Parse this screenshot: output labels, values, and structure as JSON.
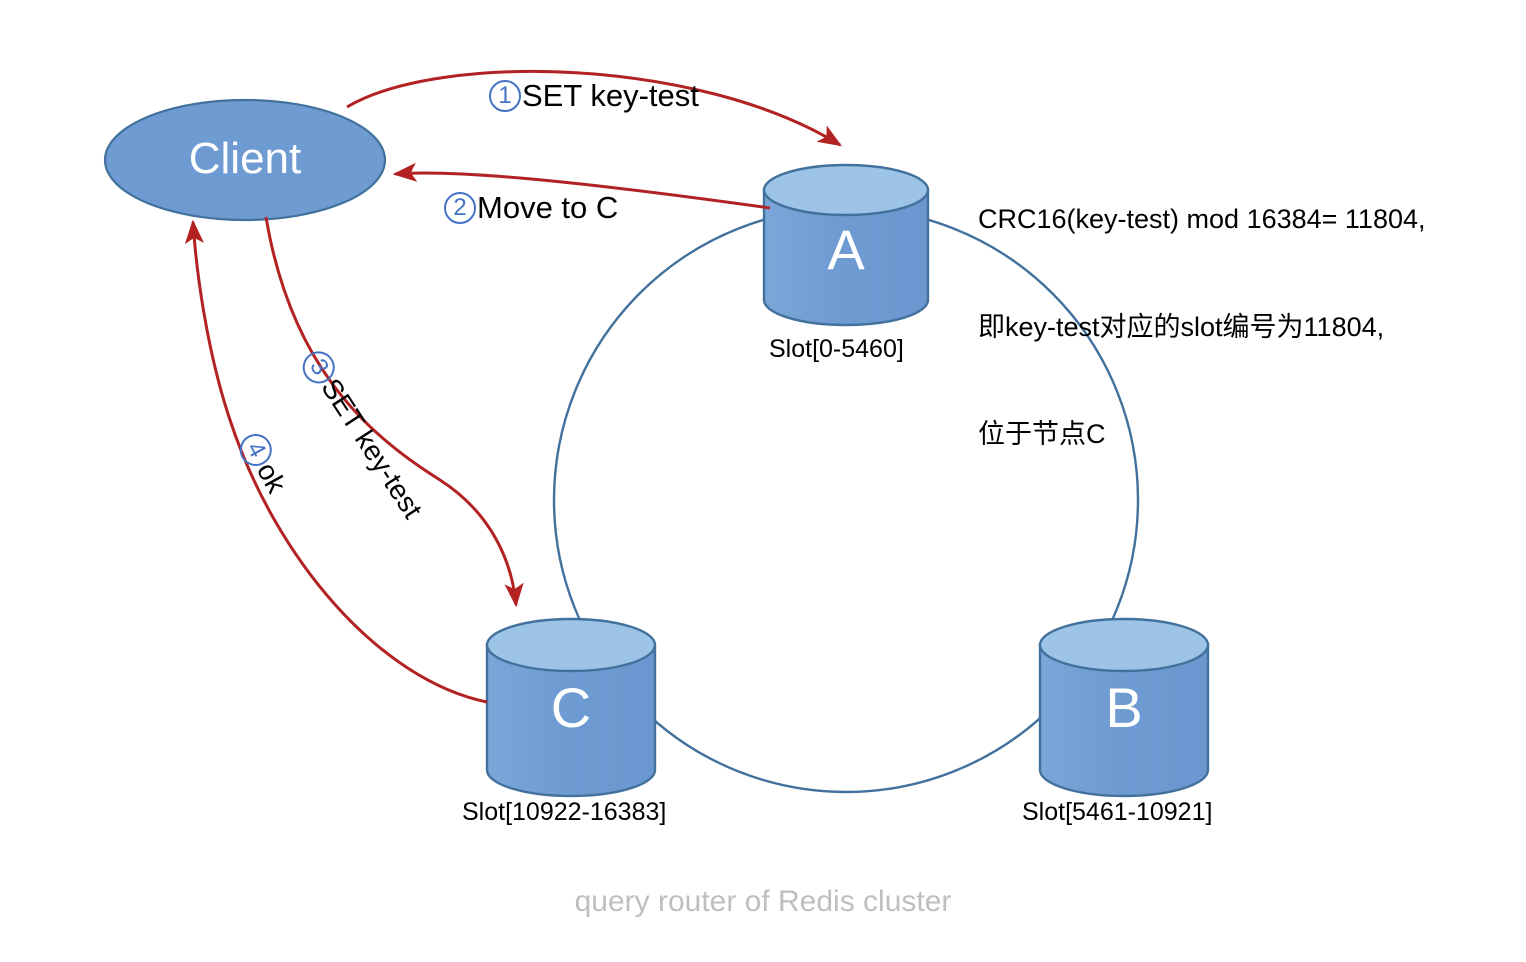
{
  "diagram": {
    "caption": "query router of Redis cluster",
    "client": {
      "label": "Client"
    },
    "nodes": [
      {
        "id": "A",
        "letter": "A",
        "slot_label": "Slot[0-5460]"
      },
      {
        "id": "B",
        "letter": "B",
        "slot_label": "Slot[5461-10921]"
      },
      {
        "id": "C",
        "letter": "C",
        "slot_label": "Slot[10922-16383]"
      }
    ],
    "steps": [
      {
        "number": "1",
        "text": "SET key-test"
      },
      {
        "number": "2",
        "text": "Move to C"
      },
      {
        "number": "3",
        "text": "SET key-test"
      },
      {
        "number": "4",
        "text": "ok"
      }
    ],
    "note": {
      "line1": "CRC16(key-test) mod 16384= 11804,",
      "line2": "即key-test对应的slot编号为11804,",
      "line3": "位于节点C"
    },
    "colors": {
      "node_fill": "#6e9bd2",
      "node_top": "#9dc3e6",
      "node_stroke": "#41719c",
      "ring_stroke": "#41719c",
      "arrow": "#b32222",
      "badge": "#4472c4",
      "caption": "#bfbfbf"
    }
  }
}
